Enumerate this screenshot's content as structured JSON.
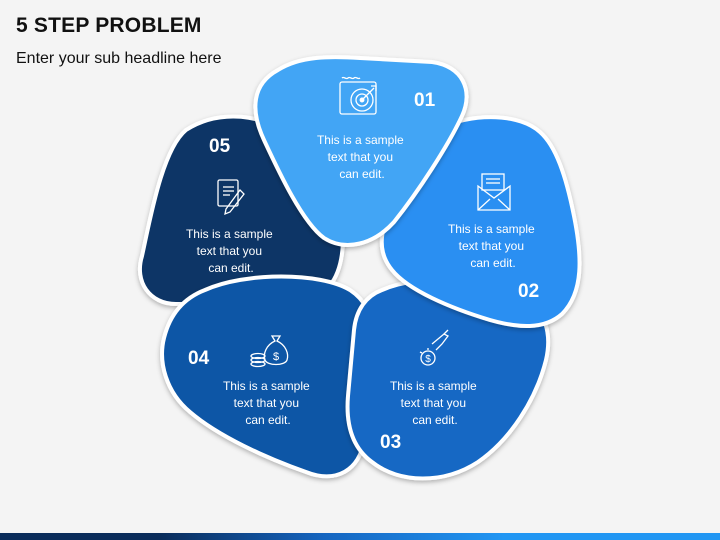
{
  "header": {
    "title": "5 STEP PROBLEM",
    "subtitle": "Enter your sub headline here"
  },
  "colors": {
    "step1": "#42a5f5",
    "step2": "#2a8ff2",
    "step3": "#1268c4",
    "step4": "#0c56a6",
    "step5": "#0a3566"
  },
  "steps": [
    {
      "number": "01",
      "text_lines": [
        "This is a sample",
        "text that you",
        "can edit."
      ],
      "icon": "target-icon"
    },
    {
      "number": "02",
      "text_lines": [
        "This is a sample",
        "text that you",
        "can edit."
      ],
      "icon": "mail-icon"
    },
    {
      "number": "03",
      "text_lines": [
        "This is a sample",
        "text that you",
        "can edit."
      ],
      "icon": "hand-coin-icon"
    },
    {
      "number": "04",
      "text_lines": [
        "This is a sample",
        "text that you",
        "can edit."
      ],
      "icon": "money-bag-icon"
    },
    {
      "number": "05",
      "text_lines": [
        "This is a sample",
        "text that you",
        "can edit."
      ],
      "icon": "document-edit-icon"
    }
  ]
}
